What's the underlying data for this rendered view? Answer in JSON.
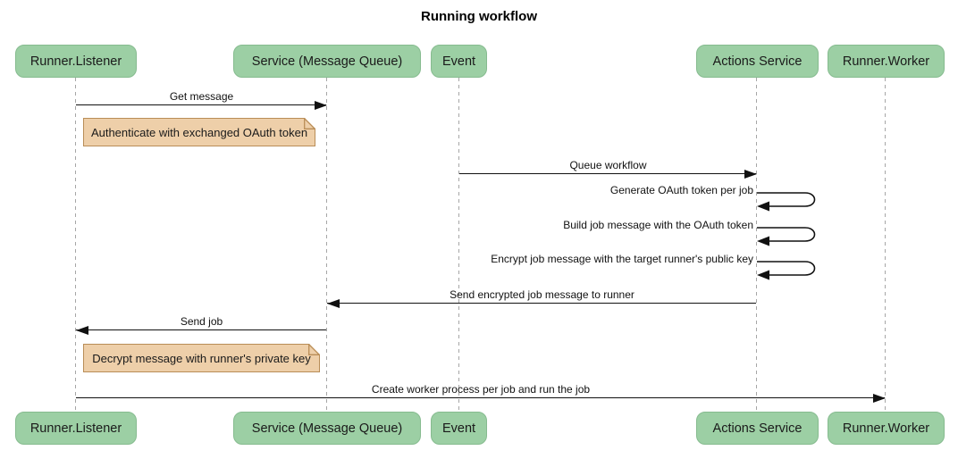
{
  "diagram_type": "sequence",
  "title": "Running workflow",
  "participants": [
    {
      "label": "Runner.Listener"
    },
    {
      "label": "Service (Message Queue)"
    },
    {
      "label": "Event"
    },
    {
      "label": "Actions Service"
    },
    {
      "label": "Runner.Worker"
    }
  ],
  "messages": [
    {
      "label": "Get message",
      "from": "Runner.Listener",
      "to": "Service (Message Queue)",
      "kind": "arrow-right"
    },
    {
      "label": "Queue workflow",
      "from": "Event",
      "to": "Actions Service",
      "kind": "arrow-right"
    },
    {
      "label": "Generate OAuth token per job",
      "from": "Actions Service",
      "to": "Actions Service",
      "kind": "self-loop"
    },
    {
      "label": "Build job message with the OAuth token",
      "from": "Actions Service",
      "to": "Actions Service",
      "kind": "self-loop"
    },
    {
      "label": "Encrypt job message with the target runner's public key",
      "from": "Actions Service",
      "to": "Actions Service",
      "kind": "self-loop"
    },
    {
      "label": "Send encrypted job message to runner",
      "from": "Actions Service",
      "to": "Service (Message Queue)",
      "kind": "arrow-left"
    },
    {
      "label": "Send job",
      "from": "Service (Message Queue)",
      "to": "Runner.Listener",
      "kind": "arrow-left"
    },
    {
      "label": "Create worker process per job and run the job",
      "from": "Runner.Listener",
      "to": "Runner.Worker",
      "kind": "arrow-right"
    }
  ],
  "notes": [
    {
      "label": "Authenticate with exchanged OAuth token",
      "near": "Runner.Listener"
    },
    {
      "label": "Decrypt message with runner's private key",
      "near": "Runner.Listener"
    }
  ],
  "colors": {
    "participant_fill": "#9CCFA4",
    "participant_border": "#86BB8F",
    "note_fill": "#EECFA9",
    "note_border": "#B98D57",
    "lifeline": "#A6A6A6",
    "arrow": "#111111",
    "background": "#FFFFFF"
  }
}
